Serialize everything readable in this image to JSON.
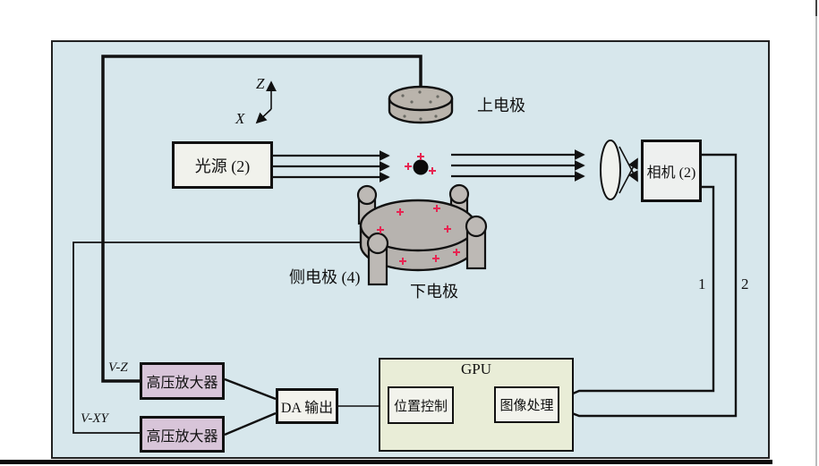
{
  "figure": {
    "colors": {
      "panel_background": "#d7e7ec",
      "amplifier_fill": "#d8c5d9",
      "gpu_fill": "#e9edd7",
      "electrode_gray": "#b7b3af",
      "charge_red": "#e62552",
      "line_black": "#111111"
    },
    "chamber": {
      "axis": {
        "vertical": "Z",
        "diagonal": "X"
      },
      "top_electrode_label": "上电极",
      "side_electrode_label": "侧电极 (4)",
      "bottom_electrode_label": "下电极",
      "light_source_label": "光源 (2)",
      "camera_label": "相机 (2)"
    },
    "signals": {
      "line1": "1",
      "line2": "2",
      "vz": "V-Z",
      "vxy": "V-XY"
    },
    "control": {
      "hv_amplifier_z": "高压放大器",
      "hv_amplifier_xy": "高压放大器",
      "da_output": "DA 输出",
      "gpu": "GPU",
      "position_control": "位置控制",
      "image_processing": "图像处理"
    }
  }
}
